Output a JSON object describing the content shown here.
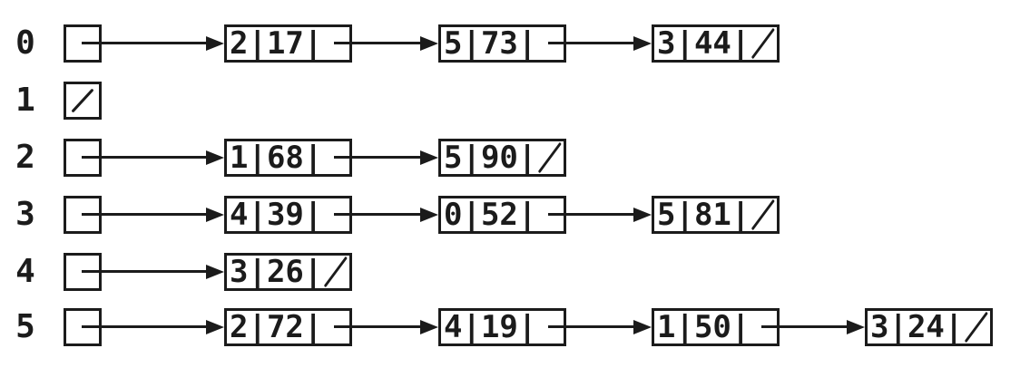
{
  "diagram": {
    "kind": "adjacency-list",
    "separator": "|",
    "rows": [
      {
        "index": "0",
        "head": "pointer",
        "nodes": [
          {
            "vertex": "2",
            "weight": "17",
            "next": "pointer"
          },
          {
            "vertex": "5",
            "weight": "73",
            "next": "pointer"
          },
          {
            "vertex": "3",
            "weight": "44",
            "next": "null"
          }
        ]
      },
      {
        "index": "1",
        "head": "null",
        "nodes": []
      },
      {
        "index": "2",
        "head": "pointer",
        "nodes": [
          {
            "vertex": "1",
            "weight": "68",
            "next": "pointer"
          },
          {
            "vertex": "5",
            "weight": "90",
            "next": "null"
          }
        ]
      },
      {
        "index": "3",
        "head": "pointer",
        "nodes": [
          {
            "vertex": "4",
            "weight": "39",
            "next": "pointer"
          },
          {
            "vertex": "0",
            "weight": "52",
            "next": "pointer"
          },
          {
            "vertex": "5",
            "weight": "81",
            "next": "null"
          }
        ]
      },
      {
        "index": "4",
        "head": "pointer",
        "nodes": [
          {
            "vertex": "3",
            "weight": "26",
            "next": "null"
          }
        ]
      },
      {
        "index": "5",
        "head": "pointer",
        "nodes": [
          {
            "vertex": "2",
            "weight": "72",
            "next": "pointer"
          },
          {
            "vertex": "4",
            "weight": "19",
            "next": "pointer"
          },
          {
            "vertex": "1",
            "weight": "50",
            "next": "pointer"
          },
          {
            "vertex": "3",
            "weight": "24",
            "next": "null"
          }
        ]
      }
    ]
  }
}
